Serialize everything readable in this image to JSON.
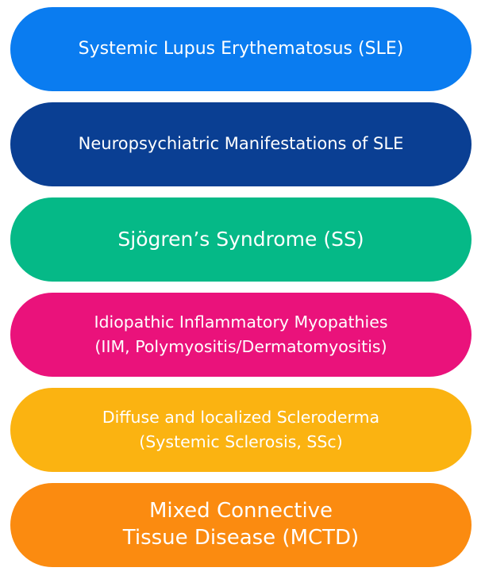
{
  "items": [
    {
      "lines": [
        "Systemic Lupus Erythematosus (SLE)"
      ],
      "color": "#0a7cf0"
    },
    {
      "lines": [
        "Neuropsychiatric Manifestations of SLE"
      ],
      "color": "#0a3f93"
    },
    {
      "lines": [
        "Sjögren’s Syndrome (SS)"
      ],
      "color": "#05b987"
    },
    {
      "lines": [
        "Idiopathic Inflammatory Myopathies",
        "(IIM, Polymyositis/Dermatomyositis)"
      ],
      "color": "#ea127b"
    },
    {
      "lines": [
        "Diffuse and localized Scleroderma",
        "(Systemic Sclerosis, SSc)"
      ],
      "color": "#fbb311"
    },
    {
      "lines": [
        "Mixed Connective",
        "Tissue Disease (MCTD)"
      ],
      "color": "#fb8b10"
    }
  ]
}
